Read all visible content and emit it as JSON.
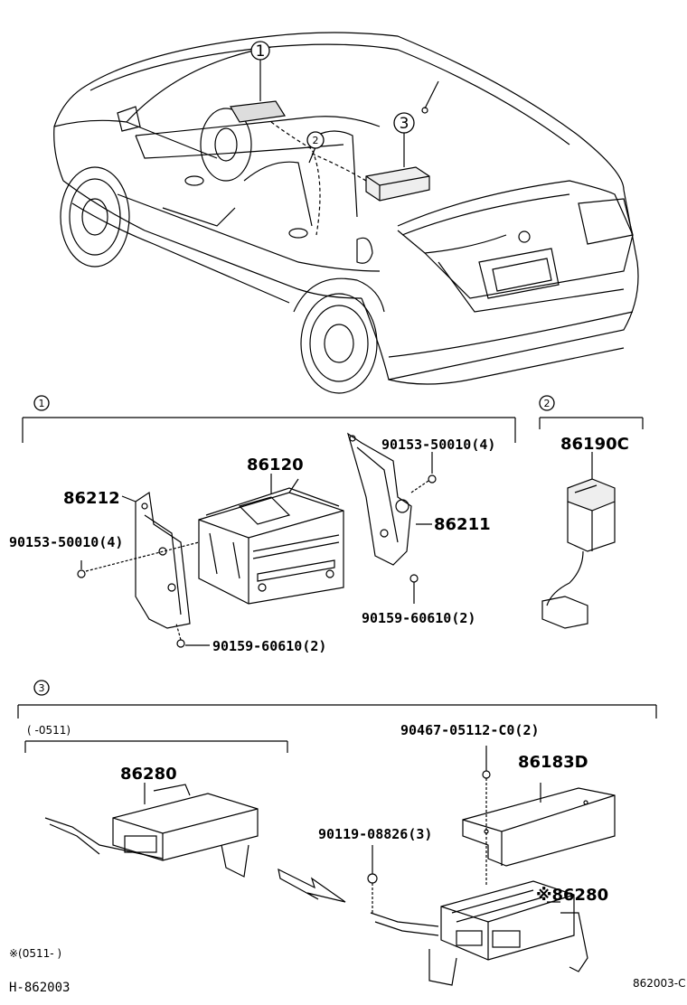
{
  "callouts": {
    "c1_top": "1",
    "c2_top": "2",
    "c3_top": "3",
    "c1_section": "1",
    "c2_section": "2",
    "c3_section": "3"
  },
  "parts": {
    "p86120": "86120",
    "p86212": "86212",
    "p86211": "86211",
    "p90153_right": "90153-50010(4)",
    "p90153_left": "90153-50010(4)",
    "p90159_right": "90159-60610(2)",
    "p90159_left": "90159-60610(2)",
    "p86190C": "86190C",
    "p86280_left": "86280",
    "p90467": "90467-05112-C0(2)",
    "p86183D": "86183D",
    "p90119": "90119-08826(3)",
    "p86280_right": "※86280"
  },
  "notes": {
    "range_upto": "(   -0511)",
    "range_from": "※(0511-    )",
    "diagram_id": "H-862003",
    "figure_code": "862003-C"
  }
}
